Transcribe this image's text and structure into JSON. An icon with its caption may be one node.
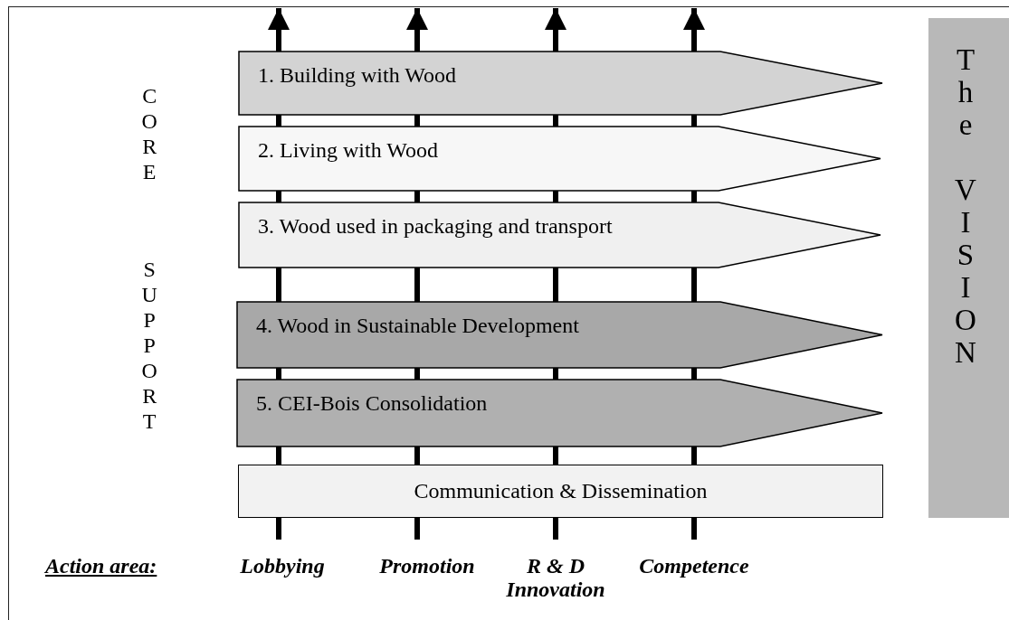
{
  "diagram": {
    "nodes": [
      {
        "text": [
          "1. Building with Wood"
        ]
      },
      {
        "text": [
          "2. Living with Wood"
        ]
      },
      {
        "text": [
          "3. Wood used in packaging and transport"
        ]
      },
      {
        "text": [
          "4. Wood in Sustainable Development"
        ]
      },
      {
        "text": [
          "5. CEI-Bois Consolidation"
        ]
      },
      {
        "text": [
          "Communication & Dissemination"
        ]
      },
      {
        "text": [
          "The VISION"
        ]
      },
      {
        "text": [
          "Lobbying"
        ]
      },
      {
        "text": [
          "Promotion"
        ]
      },
      {
        "text": [
          "R & D Innovation"
        ]
      },
      {
        "text": [
          "Competence"
        ]
      }
    ],
    "edges": [
      {
        "from": 7,
        "to": null,
        "arrow": "to"
      },
      {
        "from": 8,
        "to": null,
        "arrow": "to"
      },
      {
        "from": 9,
        "to": null,
        "arrow": "to"
      },
      {
        "from": 10,
        "to": null,
        "arrow": "to"
      }
    ],
    "labels": [
      "CORE",
      "SUPPORT",
      "Action area:"
    ]
  }
}
